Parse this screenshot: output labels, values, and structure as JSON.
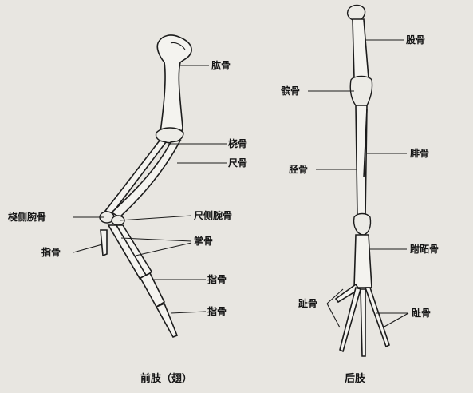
{
  "diagram": {
    "forelimb": {
      "caption": "前肢（翅）",
      "labels": {
        "humerus": "肱骨",
        "radius": "桡骨",
        "ulna": "尺骨",
        "radial_carpal": "桡侧腕骨",
        "ulnar_carpal": "尺侧腕骨",
        "metacarpal": "掌骨",
        "digit_left": "指骨",
        "digit_mid": "指骨",
        "digit_tip": "指骨"
      }
    },
    "hindlimb": {
      "caption": "后肢",
      "labels": {
        "femur": "股骨",
        "patella": "髌骨",
        "tibia": "胫骨",
        "fibula": "腓骨",
        "tarsometatarsus": "跗跖骨",
        "toe_left": "趾骨",
        "toe_right": "趾骨"
      }
    }
  }
}
